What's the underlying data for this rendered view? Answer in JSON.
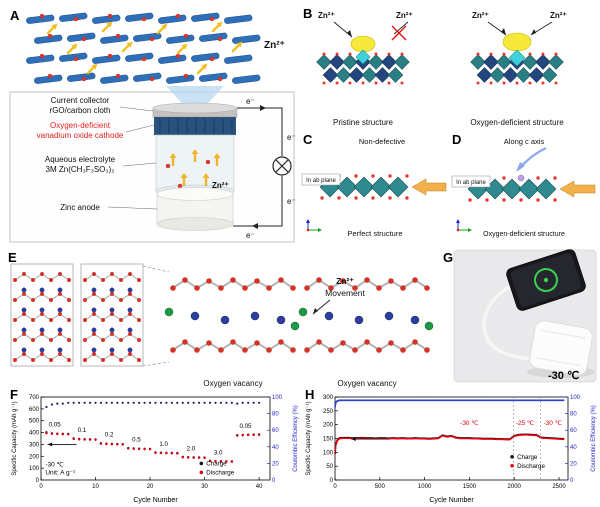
{
  "panels": {
    "A": {
      "label": "A",
      "zn_top": "Zn²⁺",
      "current_collector_1": "Current collector",
      "current_collector_2": "rGO/carbon cloth",
      "cathode_1": "Oxygen-deficient",
      "cathode_2": "vanadium oxide cathode",
      "electrolyte_1": "Aqueous electrolyte",
      "electrolyte_2": "3M Zn(CH₃F₃SO₃)₂",
      "anode": "Zinc anode",
      "zn_ion": "Zn²⁺",
      "electron": "e⁻"
    },
    "B": {
      "label": "B",
      "zn": "Zn²⁺",
      "caption_left": "Pristine structure",
      "caption_right": "Oxygen-deficient structure"
    },
    "C": {
      "label": "C",
      "top": "Non-defective",
      "plane": "In ab plane",
      "caption": "Perfect structure"
    },
    "D": {
      "label": "D",
      "top": "Along c axis",
      "plane": "In ab plane",
      "caption": "Oxygen-deficient structure"
    },
    "E": {
      "label": "E",
      "zn": "Zn²⁺",
      "movement": "Movement",
      "vacancy_left": "Oxygen vacancy",
      "vacancy_right": "Oxygen vacancy"
    },
    "F": {
      "label": "F"
    },
    "G": {
      "label": "G",
      "temp": "-30 ℃"
    },
    "H": {
      "label": "H"
    }
  },
  "colors": {
    "cathode_label_red": "#e02020",
    "discharge_red": "#e60012",
    "charge_black": "#141414",
    "efficiency_blue": "#2323c8"
  },
  "chart_data": [
    {
      "id": "F",
      "type": "scatter",
      "xlabel": "Cycle Number",
      "ylabel_left": "Specific Capacity (mAh g⁻¹)",
      "ylabel_right": "Coulombic Efficiency (%)",
      "right_color": "#2323c8",
      "xlim": [
        0,
        42
      ],
      "xticks": [
        0,
        10,
        20,
        30,
        40
      ],
      "ylim_left": [
        0,
        700
      ],
      "yticks_left": [
        0,
        100,
        200,
        300,
        400,
        500,
        600,
        700
      ],
      "ylim_right": [
        0,
        100
      ],
      "yticks_right": [
        0,
        20,
        40,
        60,
        80,
        100
      ],
      "series": [
        {
          "name": "Charge",
          "axis": "left",
          "color": "#141414",
          "r": 1.2,
          "x": [
            1,
            2,
            3,
            4,
            5,
            6,
            7,
            8,
            9,
            10,
            11,
            12,
            13,
            14,
            15,
            16,
            17,
            18,
            19,
            20,
            21,
            22,
            23,
            24,
            25,
            26,
            27,
            28,
            29,
            30,
            31,
            32,
            33,
            34,
            35,
            36,
            37,
            38,
            39,
            40
          ],
          "y": [
            402,
            394,
            391,
            389,
            388,
            350,
            346,
            344,
            343,
            342,
            310,
            306,
            304,
            303,
            302,
            269,
            266,
            264,
            263,
            262,
            232,
            230,
            229,
            228,
            227,
            194,
            192,
            191,
            190,
            189,
            162,
            160,
            159,
            158,
            157,
            378,
            380,
            382,
            383,
            384
          ]
        },
        {
          "name": "Discharge",
          "axis": "left",
          "color": "#e60012",
          "r": 1.2,
          "x": [
            1,
            2,
            3,
            4,
            5,
            6,
            7,
            8,
            9,
            10,
            11,
            12,
            13,
            14,
            15,
            16,
            17,
            18,
            19,
            20,
            21,
            22,
            23,
            24,
            25,
            26,
            27,
            28,
            29,
            30,
            31,
            32,
            33,
            34,
            35,
            36,
            37,
            38,
            39,
            40
          ],
          "y": [
            394,
            390,
            388,
            386,
            385,
            346,
            343,
            341,
            340,
            339,
            306,
            303,
            301,
            300,
            299,
            266,
            263,
            261,
            260,
            259,
            229,
            227,
            226,
            225,
            224,
            191,
            189,
            188,
            187,
            186,
            159,
            157,
            156,
            155,
            154,
            374,
            377,
            379,
            380,
            381
          ]
        },
        {
          "name": "Coulombic Efficiency",
          "axis": "right",
          "color": "#1c1c6e",
          "r": 1.1,
          "x": [
            1,
            2,
            3,
            4,
            5,
            6,
            7,
            8,
            9,
            10,
            11,
            12,
            13,
            14,
            15,
            16,
            17,
            18,
            19,
            20,
            21,
            22,
            23,
            24,
            25,
            26,
            27,
            28,
            29,
            30,
            31,
            32,
            33,
            34,
            35,
            36,
            37,
            38,
            39,
            40
          ],
          "y": [
            88,
            91,
            92,
            92,
            93,
            93,
            93,
            93,
            93,
            93,
            93,
            93,
            93,
            93,
            93,
            93,
            93,
            93,
            93,
            93,
            93,
            93,
            93,
            93,
            93,
            93,
            93,
            93,
            93,
            93,
            93,
            93,
            93,
            93,
            93,
            92,
            93,
            93,
            93,
            93
          ]
        }
      ],
      "annotations": [
        {
          "text": "0.05",
          "x": 2.5,
          "y": 452
        },
        {
          "text": "0.1",
          "x": 7.5,
          "y": 405
        },
        {
          "text": "0.2",
          "x": 12.5,
          "y": 365
        },
        {
          "text": "0.5",
          "x": 17.5,
          "y": 325
        },
        {
          "text": "1.0",
          "x": 22.5,
          "y": 285
        },
        {
          "text": "2.0",
          "x": 27.5,
          "y": 248
        },
        {
          "text": "3.0",
          "x": 32.5,
          "y": 215
        },
        {
          "text": "0.05",
          "x": 37.5,
          "y": 440
        },
        {
          "type": "arrow",
          "x1": 6.5,
          "y1": 300,
          "x2": 1.2,
          "y2": 300
        },
        {
          "text": "-30 ℃",
          "x": 0.8,
          "y": 112,
          "anchor": "start",
          "size": 6.5
        },
        {
          "text": "Unit: A g⁻¹",
          "x": 0.8,
          "y": 48,
          "anchor": "start",
          "size": 6.5
        }
      ],
      "legend": {
        "fx": 0.7,
        "fy": 0.8,
        "items": [
          {
            "label": "Charge",
            "color": "#141414"
          },
          {
            "label": "Discharge",
            "color": "#e60012"
          }
        ]
      }
    },
    {
      "id": "H",
      "type": "scatter",
      "xlabel": "Cycle Number",
      "ylabel_left": "Specific Capacity (mAh g⁻¹)",
      "ylabel_right": "Coulombic Efficiency (%)",
      "right_color": "#2323c8",
      "xlim": [
        0,
        2600
      ],
      "xticks": [
        0,
        500,
        1000,
        1500,
        2000,
        2500
      ],
      "ylim_left": [
        0,
        300
      ],
      "yticks_left": [
        0,
        50,
        100,
        150,
        200,
        250,
        300
      ],
      "ylim_right": [
        0,
        100
      ],
      "yticks_right": [
        0,
        20,
        40,
        60,
        80,
        100
      ],
      "series": [
        {
          "name": "Charge",
          "axis": "left",
          "color": "#141414",
          "r": 0.9,
          "densify": 3,
          "x": [
            1,
            10,
            25,
            50,
            100,
            150,
            200,
            250,
            300,
            350,
            400,
            450,
            500,
            550,
            600,
            650,
            700,
            750,
            800,
            850,
            900,
            950,
            1000,
            1050,
            1100,
            1150,
            1200,
            1250,
            1300,
            1350,
            1400,
            1450,
            1500,
            1550,
            1600,
            1650,
            1700,
            1750,
            1800,
            1850,
            1900,
            1950,
            2000,
            2050,
            2100,
            2150,
            2200,
            2250,
            2300,
            2350,
            2400,
            2450,
            2500,
            2550
          ],
          "y": [
            98,
            130,
            144,
            152,
            153,
            153,
            152,
            152,
            153,
            152,
            152,
            151,
            152,
            152,
            151,
            152,
            151,
            152,
            151,
            151,
            152,
            151,
            151,
            150,
            151,
            152,
            162,
            158,
            160,
            154,
            152,
            152,
            152,
            151,
            151,
            150,
            150,
            150,
            149,
            149,
            148,
            148,
            160,
            164,
            165,
            165,
            164,
            163,
            154,
            153,
            152,
            151,
            150,
            149
          ]
        },
        {
          "name": "Discharge",
          "axis": "left",
          "color": "#e60012",
          "r": 0.9,
          "densify": 3,
          "x": [
            1,
            10,
            25,
            50,
            100,
            150,
            200,
            250,
            300,
            350,
            400,
            450,
            500,
            550,
            600,
            650,
            700,
            750,
            800,
            850,
            900,
            950,
            1000,
            1050,
            1100,
            1150,
            1200,
            1250,
            1300,
            1350,
            1400,
            1450,
            1500,
            1550,
            1600,
            1650,
            1700,
            1750,
            1800,
            1850,
            1900,
            1950,
            2000,
            2050,
            2100,
            2150,
            2200,
            2250,
            2300,
            2350,
            2400,
            2450,
            2500,
            2550
          ],
          "y": [
            96,
            128,
            142,
            150,
            151,
            151,
            150,
            150,
            151,
            150,
            150,
            149,
            150,
            150,
            149,
            150,
            149,
            150,
            149,
            149,
            150,
            149,
            149,
            148,
            149,
            150,
            160,
            156,
            158,
            152,
            150,
            150,
            150,
            149,
            149,
            148,
            148,
            148,
            147,
            147,
            146,
            146,
            158,
            162,
            163,
            163,
            162,
            161,
            152,
            151,
            150,
            149,
            148,
            147
          ]
        },
        {
          "name": "Coulombic Efficiency",
          "axis": "right",
          "color": "#2b3fd4",
          "r": 0.9,
          "densify": 3,
          "x": [
            1,
            10,
            25,
            50,
            100,
            150,
            200,
            250,
            300,
            350,
            400,
            450,
            500,
            550,
            600,
            650,
            700,
            750,
            800,
            850,
            900,
            950,
            1000,
            1050,
            1100,
            1150,
            1200,
            1250,
            1300,
            1350,
            1400,
            1450,
            1500,
            1550,
            1600,
            1650,
            1700,
            1750,
            1800,
            1850,
            1900,
            1950,
            2000,
            2050,
            2100,
            2150,
            2200,
            2250,
            2300,
            2350,
            2400,
            2450,
            2500,
            2550
          ],
          "y": [
            88,
            94,
            95,
            96,
            96,
            96,
            96,
            96,
            96,
            96,
            96,
            96,
            96,
            96,
            96,
            96,
            96,
            96,
            96,
            96,
            96,
            96,
            96,
            96,
            96,
            96,
            96,
            96,
            96,
            96,
            96,
            96,
            96,
            96,
            96,
            96,
            96,
            96,
            96,
            96,
            96,
            96,
            96,
            96,
            96,
            96,
            96,
            96,
            96,
            96,
            96,
            96,
            96,
            96
          ]
        }
      ],
      "annotations": [
        {
          "type": "vline",
          "x": 1990
        },
        {
          "type": "vline",
          "x": 2295
        },
        {
          "text": "-30 ℃",
          "x": 1500,
          "y": 198,
          "color": "#e60012",
          "size": 6.5
        },
        {
          "text": "-25 ℃",
          "x": 2120,
          "y": 198,
          "color": "#e60012",
          "size": 6.5
        },
        {
          "text": "-30 ℃",
          "x": 2430,
          "y": 198,
          "color": "#e60012",
          "size": 6.5
        },
        {
          "type": "arrow",
          "x1": 600,
          "y1": 148,
          "x2": 180,
          "y2": 148
        }
      ],
      "legend": {
        "fx": 0.76,
        "fy": 0.72,
        "items": [
          {
            "label": "Charge",
            "color": "#141414"
          },
          {
            "label": "Discharge",
            "color": "#e60012"
          }
        ]
      }
    }
  ]
}
